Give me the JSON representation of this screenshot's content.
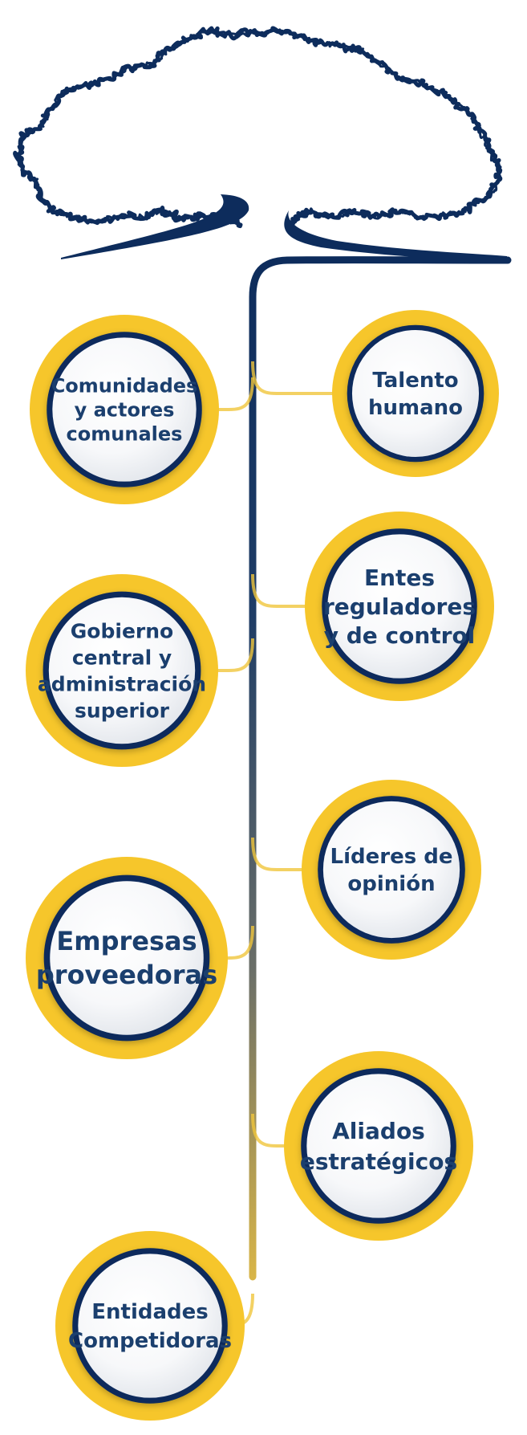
{
  "diagram": {
    "colors": {
      "navy": "#0d2c5c",
      "ring_gold": "#f6c62b",
      "connector_gold": "#f0c63c",
      "text": "#1b3f6e",
      "trunk_top": "#0d2c5c",
      "trunk_bottom": "#d8b548"
    },
    "nodes": [
      {
        "id": "comunidades",
        "side": "left",
        "lines": [
          "Comunidades",
          "y actores",
          "comunales"
        ]
      },
      {
        "id": "talento",
        "side": "right",
        "lines": [
          "Talento",
          "humano"
        ]
      },
      {
        "id": "entes",
        "side": "right",
        "lines": [
          "Entes",
          "reguladores",
          "y de control"
        ]
      },
      {
        "id": "gobierno",
        "side": "left",
        "lines": [
          "Gobierno",
          "central y",
          "administración",
          "superior"
        ]
      },
      {
        "id": "lideres",
        "side": "right",
        "lines": [
          "Líderes de",
          "opinión"
        ]
      },
      {
        "id": "empresas",
        "side": "left",
        "lines": [
          "Empresas",
          "proveedoras"
        ]
      },
      {
        "id": "aliados",
        "side": "right",
        "lines": [
          "Aliados",
          "estratégicos"
        ]
      },
      {
        "id": "entidades",
        "side": "left",
        "lines": [
          "Entidades",
          "Competidoras"
        ]
      }
    ]
  }
}
